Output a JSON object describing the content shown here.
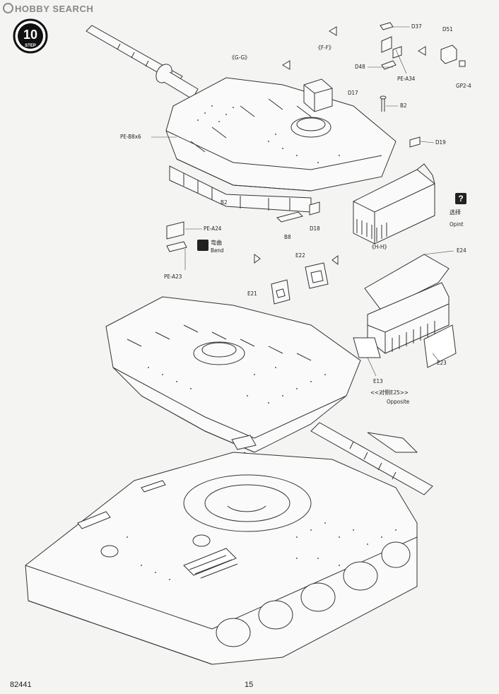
{
  "watermark": "HOBBY SEARCH",
  "step": {
    "number": "10",
    "label": "STEP"
  },
  "part_labels": {
    "d37": "D37",
    "d51": "D51",
    "d48": "D48",
    "pe_a34": "PE-A34",
    "gp2_4": "GP2-4",
    "gg": "《G-G》",
    "ff": "《F-F》",
    "d17": "D17",
    "b2_top": "B2",
    "pe_b8x6": "PE-B8x6",
    "d19": "D19",
    "b2_bottom": "B2",
    "b8": "B8",
    "d18": "D18",
    "hh": "《H-H》",
    "pe_a24": "PE-A24",
    "bend_cn": "弯曲",
    "bend_en": "Bend",
    "pe_a23": "PE-A23",
    "e22": "E22",
    "e21": "E21",
    "e24": "E24",
    "option_cn": "选择",
    "option_en": "Opint",
    "help_mark": "?",
    "e13": "E13",
    "e23": "E23",
    "opposite_cn": "<<对侧E25>>",
    "opposite_en": "Opposite"
  },
  "footer": {
    "code": "82441",
    "page": "15"
  }
}
